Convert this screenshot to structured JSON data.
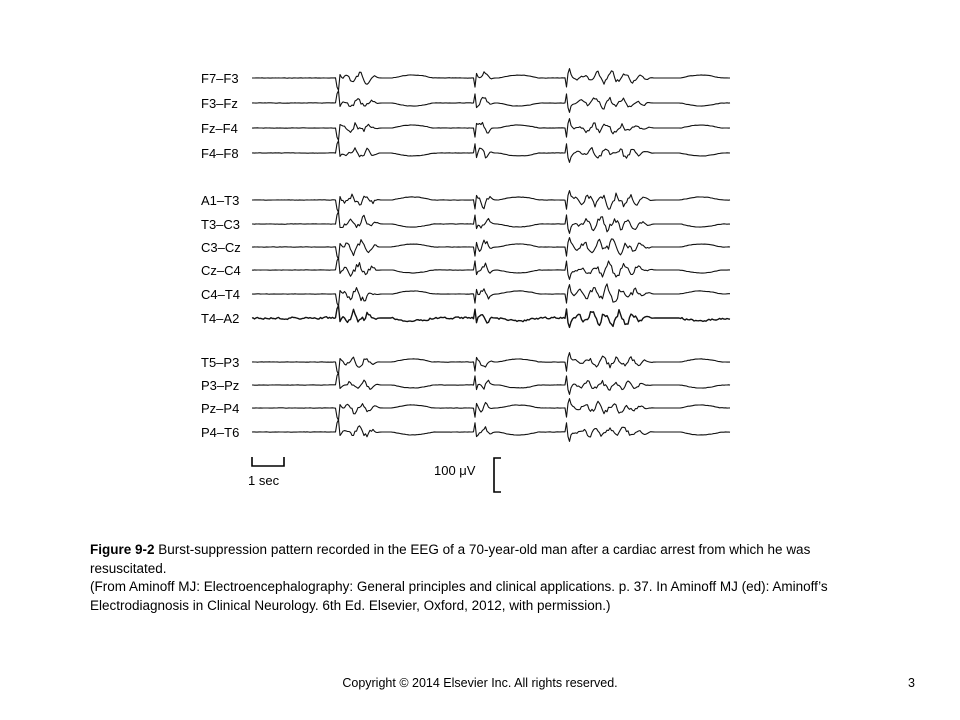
{
  "figure": {
    "channels": [
      {
        "label": "F7–F3",
        "group": 0
      },
      {
        "label": "F3–Fz",
        "group": 0
      },
      {
        "label": "Fz–F4",
        "group": 0
      },
      {
        "label": "F4–F8",
        "group": 0
      },
      {
        "label": "A1–T3",
        "group": 1
      },
      {
        "label": "T3–C3",
        "group": 1
      },
      {
        "label": "C3–Cz",
        "group": 1
      },
      {
        "label": "Cz–C4",
        "group": 1
      },
      {
        "label": "C4–T4",
        "group": 1
      },
      {
        "label": "T4–A2",
        "group": 1
      },
      {
        "label": "T5–P3",
        "group": 2
      },
      {
        "label": "P3–Pz",
        "group": 2
      },
      {
        "label": "Pz–P4",
        "group": 2
      },
      {
        "label": "P4–T6",
        "group": 2
      }
    ],
    "time_scale_label": "1 sec",
    "amplitude_scale_label": "100 μV"
  },
  "caption": {
    "figure_label": "Figure 9-2",
    "figure_text": " Burst-suppression pattern recorded in the EEG of a 70-year-old man after a cardiac arrest from which he was resuscitated.",
    "source": "(From Aminoff MJ: Electroencephalography: General principles and clinical applications. p. 37.  In Aminoff MJ (ed): Aminoff’s Electrodiagnosis in Clinical Neurology. 6th Ed. Elsevier, Oxford, 2012, with permission.)"
  },
  "footer": {
    "copyright": "Copyright © 2014 Elsevier Inc. All rights reserved.",
    "page_number": "3"
  }
}
